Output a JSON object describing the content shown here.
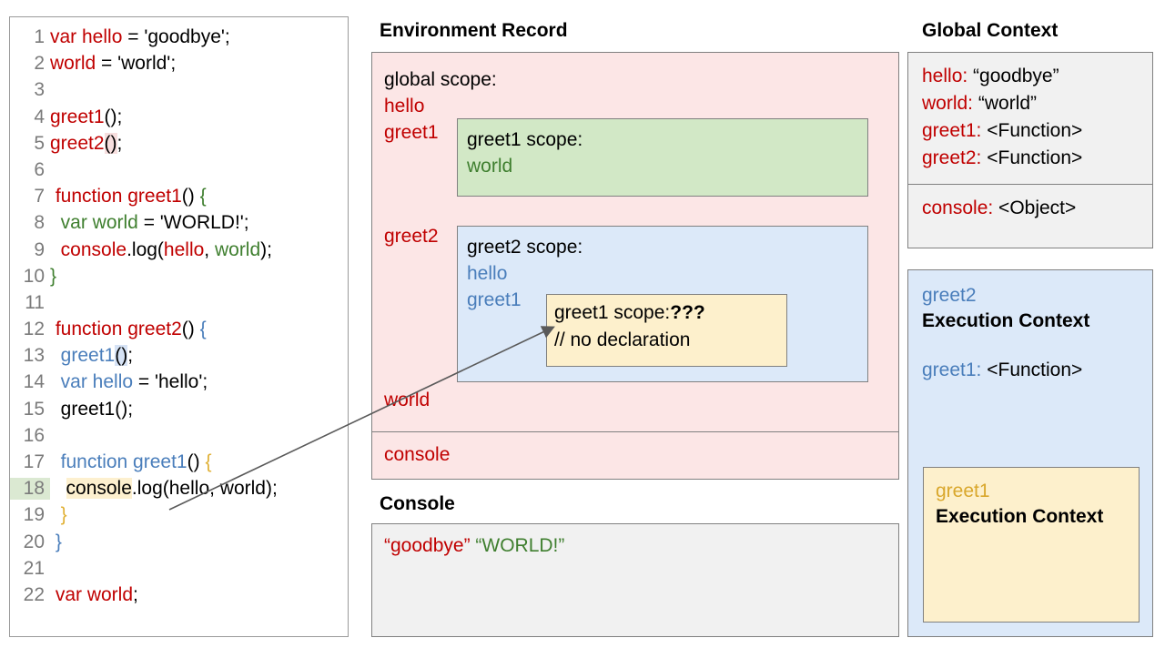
{
  "code_panel": {
    "lines": [
      {
        "n": "1",
        "tokens": [
          {
            "t": "var hello",
            "c": "c-red"
          },
          {
            "t": " = 'goodbye';",
            "c": "c-black"
          }
        ]
      },
      {
        "n": "2",
        "tokens": [
          {
            "t": "world",
            "c": "c-red"
          },
          {
            "t": " = 'world';",
            "c": "c-black"
          }
        ]
      },
      {
        "n": "3",
        "tokens": []
      },
      {
        "n": "4",
        "tokens": [
          {
            "t": "greet1",
            "c": "c-red"
          },
          {
            "t": "();",
            "c": "c-black"
          }
        ]
      },
      {
        "n": "5",
        "tokens": [
          {
            "t": "greet2",
            "c": "c-red"
          },
          {
            "t": "()",
            "c": "c-black hl-pink"
          },
          {
            "t": ";",
            "c": "c-black"
          }
        ]
      },
      {
        "n": "6",
        "tokens": []
      },
      {
        "n": "7",
        "tokens": [
          {
            "t": " function greet1",
            "c": "c-red"
          },
          {
            "t": "() ",
            "c": "c-black"
          },
          {
            "t": "{",
            "c": "c-green"
          }
        ]
      },
      {
        "n": "8",
        "tokens": [
          {
            "t": "  var world",
            "c": "c-green"
          },
          {
            "t": " = 'WORLD!';",
            "c": "c-black"
          }
        ]
      },
      {
        "n": "9",
        "tokens": [
          {
            "t": "  ",
            "c": "c-black"
          },
          {
            "t": "console",
            "c": "c-red"
          },
          {
            "t": ".log(",
            "c": "c-black"
          },
          {
            "t": "hello",
            "c": "c-red"
          },
          {
            "t": ", ",
            "c": "c-black"
          },
          {
            "t": "world",
            "c": "c-green"
          },
          {
            "t": ");",
            "c": "c-black"
          }
        ]
      },
      {
        "n": "10",
        "tokens": [
          {
            "t": "}",
            "c": "c-green"
          }
        ]
      },
      {
        "n": "11",
        "tokens": []
      },
      {
        "n": "12",
        "tokens": [
          {
            "t": " function greet2",
            "c": "c-red"
          },
          {
            "t": "() ",
            "c": "c-black"
          },
          {
            "t": "{",
            "c": "c-blue"
          }
        ]
      },
      {
        "n": "13",
        "tokens": [
          {
            "t": "  greet1",
            "c": "c-blue"
          },
          {
            "t": "()",
            "c": "c-black hl-blue"
          },
          {
            "t": ";",
            "c": "c-black"
          }
        ]
      },
      {
        "n": "14",
        "tokens": [
          {
            "t": "  var hello",
            "c": "c-blue"
          },
          {
            "t": " = 'hello';",
            "c": "c-black"
          }
        ]
      },
      {
        "n": "15",
        "tokens": [
          {
            "t": "  greet1();",
            "c": "c-black"
          }
        ]
      },
      {
        "n": "16",
        "tokens": []
      },
      {
        "n": "17",
        "tokens": [
          {
            "t": "  function greet1",
            "c": "c-blue"
          },
          {
            "t": "() ",
            "c": "c-black"
          },
          {
            "t": "{",
            "c": "c-gold"
          }
        ]
      },
      {
        "n": "18",
        "hl": true,
        "tokens": [
          {
            "t": "   ",
            "c": "c-black"
          },
          {
            "t": "console",
            "c": "c-black hl-yellow"
          },
          {
            "t": ".log(hello, world);",
            "c": "c-black"
          }
        ]
      },
      {
        "n": "19",
        "tokens": [
          {
            "t": "  }",
            "c": "c-gold"
          }
        ]
      },
      {
        "n": "20",
        "tokens": [
          {
            "t": " }",
            "c": "c-blue"
          }
        ]
      },
      {
        "n": "21",
        "tokens": []
      },
      {
        "n": "22",
        "tokens": [
          {
            "t": " var world",
            "c": "c-red"
          },
          {
            "t": ";",
            "c": "c-black"
          }
        ]
      }
    ]
  },
  "environment_record": {
    "title": "Environment Record",
    "global_scope_label": "global scope:",
    "globals": [
      "hello",
      "greet1",
      "greet2",
      "world"
    ],
    "console_label": "console",
    "greet1_scope": {
      "title": "greet1 scope:",
      "vars": [
        "world"
      ]
    },
    "greet2_scope": {
      "title": "greet2 scope:",
      "vars": [
        "hello",
        "greet1"
      ],
      "inner": {
        "title_plain": "greet1 scope:",
        "title_bold": "???",
        "note": "// no declaration"
      }
    }
  },
  "console_panel": {
    "title": "Console",
    "outputs": [
      {
        "text": "“goodbye”",
        "color": "#c00000"
      },
      {
        "text": "“WORLD!”",
        "color": "#3f7f2f"
      }
    ]
  },
  "global_context": {
    "title": "Global Context",
    "upper": [
      {
        "key": "hello",
        "value": "“goodbye”"
      },
      {
        "key": "world",
        "value": "“world”"
      },
      {
        "key": "greet1",
        "value": "<Function>"
      },
      {
        "key": "greet2",
        "value": "<Function>"
      }
    ],
    "lower": [
      {
        "key": "console",
        "value": "<Object>"
      }
    ]
  },
  "greet2_execution_context": {
    "name": "greet2",
    "title": "Execution Context",
    "var_key": "greet1:",
    "var_value": "<Function>",
    "nested": {
      "name": "greet1",
      "title": "Execution Context"
    }
  },
  "colors": {
    "pink_bg": "#fce6e6",
    "green_bg": "#d2e8c6",
    "blue_bg": "#dce9f9",
    "yellow_bg": "#fdf0cc",
    "grey_bg": "#f1f1f1",
    "border": "#808080",
    "red_text": "#c00000",
    "green_text": "#3f7f2f",
    "blue_text": "#4a7ebb",
    "gold_text": "#d9a72c"
  }
}
